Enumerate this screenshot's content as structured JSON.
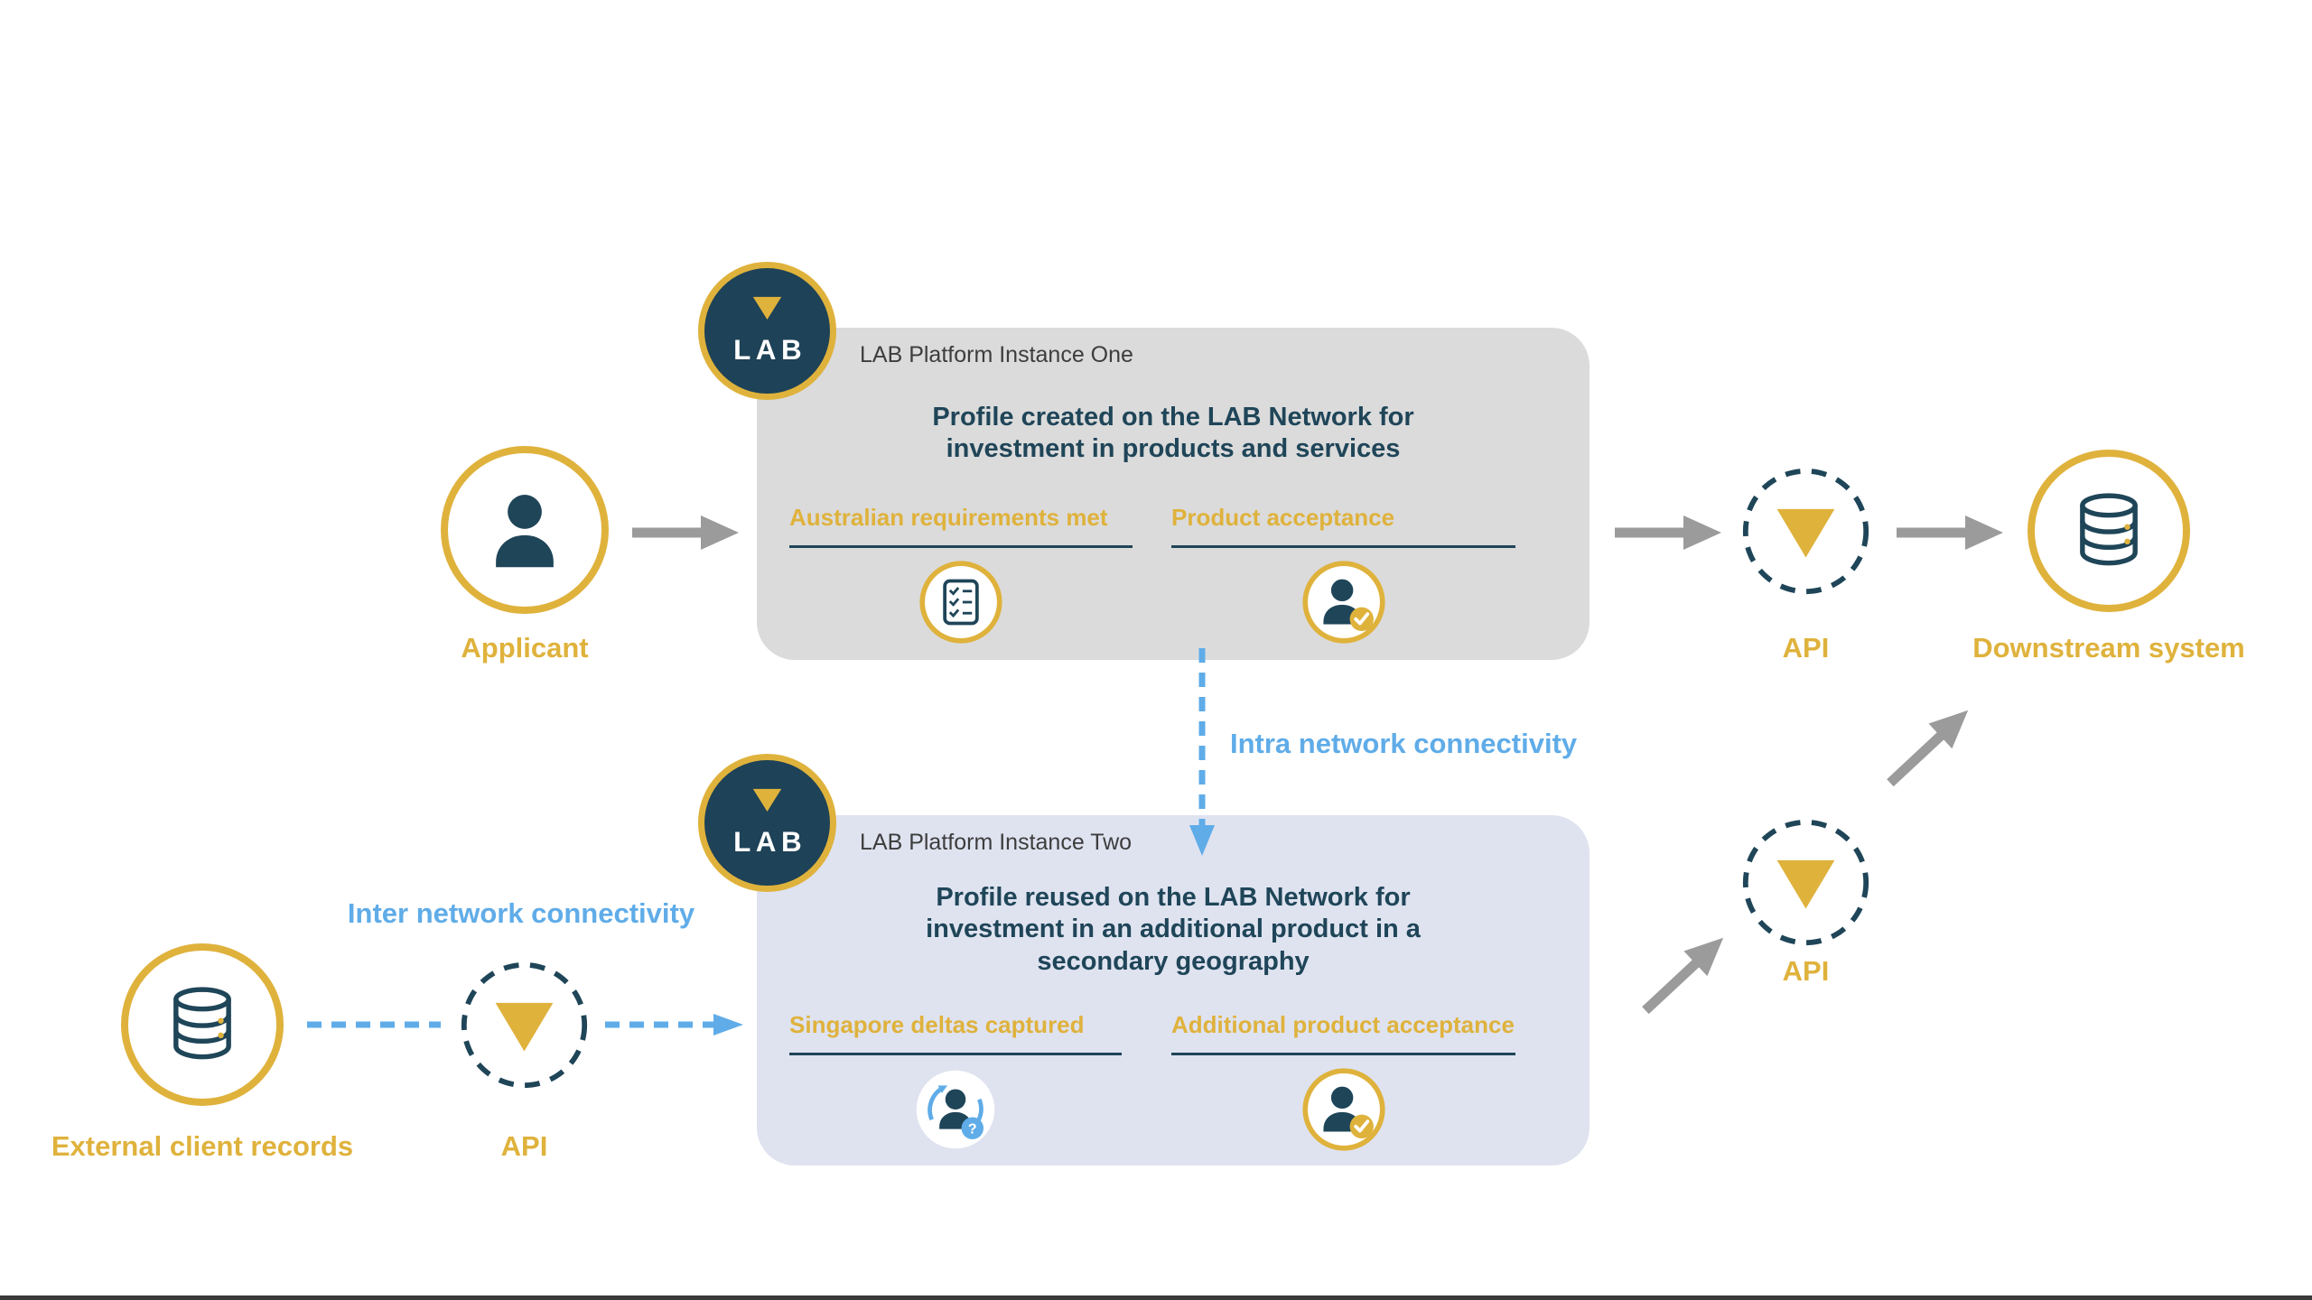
{
  "brand": {
    "logo_text": "LAB"
  },
  "colors": {
    "gold": "#DFB23C",
    "navy": "#1F4558",
    "blue": "#5FACE8",
    "arrow_gray": "#9B9B9B",
    "instance_one_bg": "#DBDBDB",
    "instance_two_bg": "#DFE3F0"
  },
  "nodes": {
    "applicant": {
      "label": "Applicant",
      "icon": "person-icon"
    },
    "api_top": {
      "label": "API",
      "icon": "api-icon"
    },
    "downstream": {
      "label": "Downstream system",
      "icon": "database-icon"
    },
    "external_records": {
      "label": "External client records",
      "icon": "database-icon"
    },
    "api_bottom": {
      "label": "API",
      "icon": "api-icon"
    },
    "api_right": {
      "label": "API",
      "icon": "api-icon"
    }
  },
  "instance_one": {
    "title": "LAB Platform Instance One",
    "description": "Profile created on the LAB Network for investment in products and services",
    "items": [
      {
        "label": "Australian requirements met",
        "icon": "checklist-icon"
      },
      {
        "label": "Product acceptance",
        "icon": "person-check-icon"
      }
    ]
  },
  "instance_two": {
    "title": "LAB Platform Instance Two",
    "description": "Profile reused on the LAB Network for investment in an additional product in a secondary geography",
    "items": [
      {
        "label": "Singapore deltas captured",
        "icon": "person-sync-icon"
      },
      {
        "label": "Additional product acceptance",
        "icon": "person-check-icon"
      }
    ]
  },
  "connections": {
    "intra_label": "Intra network connectivity",
    "inter_label": "Inter network connectivity"
  },
  "badges": {
    "question": "?"
  }
}
